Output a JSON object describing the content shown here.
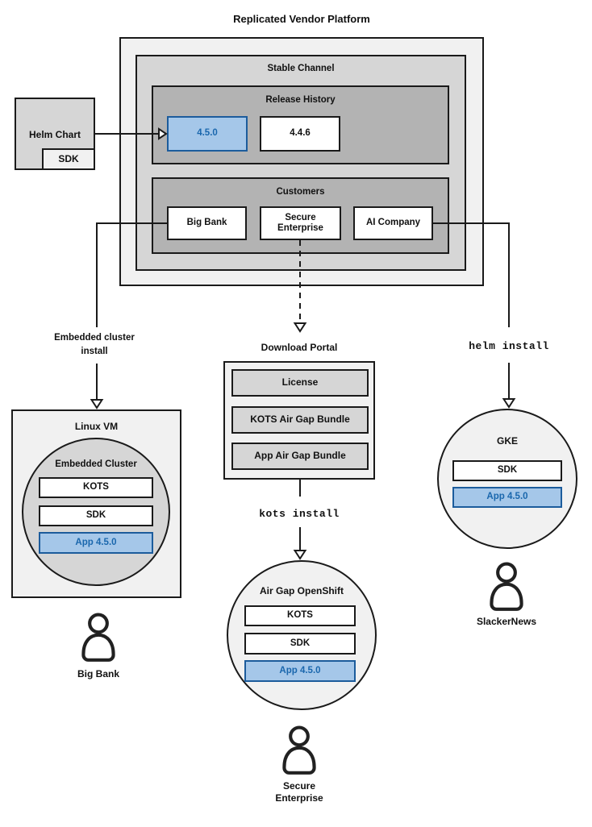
{
  "title": "Replicated Vendor Platform",
  "colors": {
    "box_light": "#f1f1f1",
    "box_mid": "#d6d6d6",
    "box_dark": "#b3b3b3",
    "accent_fill": "#a5c7e9",
    "accent_border": "#1c5c9c",
    "accent_text": "#1a67ad",
    "line": "#1a1a1a"
  },
  "platform": {
    "stable_channel": {
      "label": "Stable Channel",
      "release_history": {
        "label": "Release History",
        "releases": [
          {
            "version": "4.5.0",
            "highlight": true
          },
          {
            "version": "4.4.6",
            "highlight": false
          }
        ]
      },
      "customers": {
        "label": "Customers",
        "items": [
          {
            "name": "Big Bank"
          },
          {
            "name": "Secure Enterprise"
          },
          {
            "name": "AI Company"
          }
        ]
      }
    }
  },
  "helm_chart": {
    "label": "Helm Chart",
    "sdk": "SDK"
  },
  "flow_labels": {
    "embedded": "Embedded cluster install",
    "helm": "helm install",
    "kots": "kots install"
  },
  "download_portal": {
    "label": "Download Portal",
    "items": [
      {
        "name": "License"
      },
      {
        "name": "KOTS Air Gap Bundle"
      },
      {
        "name": "App Air Gap Bundle"
      }
    ]
  },
  "linux_vm": {
    "label": "Linux VM",
    "cluster": {
      "label": "Embedded Cluster",
      "components": [
        {
          "name": "KOTS",
          "highlight": false
        },
        {
          "name": "SDK",
          "highlight": false
        },
        {
          "name": "App 4.5.0",
          "highlight": true
        }
      ]
    }
  },
  "openshift": {
    "label": "Air Gap OpenShift",
    "components": [
      {
        "name": "KOTS",
        "highlight": false
      },
      {
        "name": "SDK",
        "highlight": false
      },
      {
        "name": "App 4.5.0",
        "highlight": true
      }
    ]
  },
  "gke": {
    "label": "GKE",
    "components": [
      {
        "name": "SDK",
        "highlight": false
      },
      {
        "name": "App 4.5.0",
        "highlight": true
      }
    ]
  },
  "users": {
    "big_bank": "Big Bank",
    "secure_enterprise": "Secure Enterprise",
    "slackernews": "SlackerNews"
  }
}
